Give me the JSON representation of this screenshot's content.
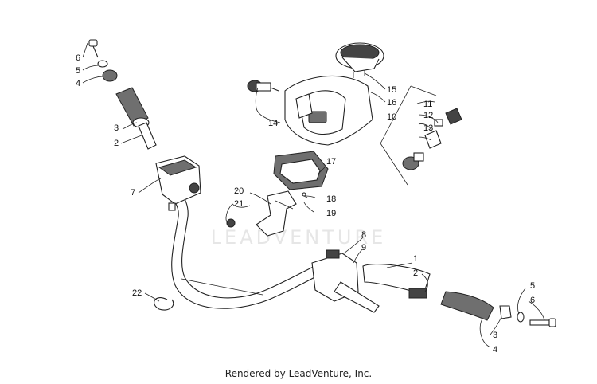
{
  "watermark": "LEADVENTURE",
  "footer": "Rendered by LeadVenture, Inc.",
  "callouts": {
    "c6a": "6",
    "c5a": "5",
    "c4a": "4",
    "c3a": "3",
    "c2a": "2",
    "c7": "7",
    "c14": "14",
    "c15": "15",
    "c16": "16",
    "c10": "10",
    "c11": "11",
    "c12": "12",
    "c13": "13",
    "c17": "17",
    "c18": "18",
    "c19": "19",
    "c20": "20",
    "c21": "21",
    "c8": "8",
    "c9": "9",
    "c1": "1",
    "c2b": "2",
    "c5b": "5",
    "c6b": "6",
    "c3b": "3",
    "c4b": "4",
    "c22": "22"
  }
}
